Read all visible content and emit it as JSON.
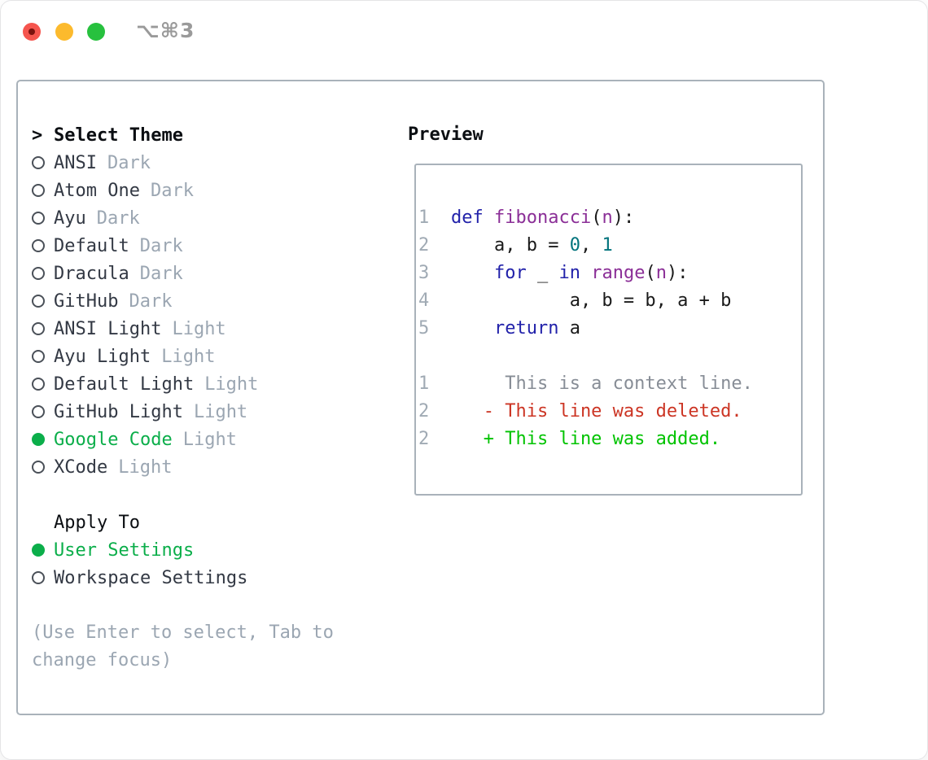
{
  "window": {
    "title": "⌥⌘3",
    "traffic_lights": [
      {
        "name": "close-button",
        "color": "#f5554e"
      },
      {
        "name": "minimize-button",
        "color": "#fcba2d"
      },
      {
        "name": "zoom-button",
        "color": "#27c13e"
      }
    ]
  },
  "theme_list": {
    "marker": ">",
    "header": "Select Theme",
    "items": [
      {
        "name": "ANSI",
        "variant": "Dark",
        "selected": false
      },
      {
        "name": "Atom One",
        "variant": "Dark",
        "selected": false
      },
      {
        "name": "Ayu",
        "variant": "Dark",
        "selected": false
      },
      {
        "name": "Default",
        "variant": "Dark",
        "selected": false
      },
      {
        "name": "Dracula",
        "variant": "Dark",
        "selected": false
      },
      {
        "name": "GitHub",
        "variant": "Dark",
        "selected": false
      },
      {
        "name": "ANSI Light",
        "variant": "Light",
        "selected": false
      },
      {
        "name": "Ayu Light",
        "variant": "Light",
        "selected": false
      },
      {
        "name": "Default Light",
        "variant": "Light",
        "selected": false
      },
      {
        "name": "GitHub Light",
        "variant": "Light",
        "selected": false
      },
      {
        "name": "Google Code",
        "variant": "Light",
        "selected": true
      },
      {
        "name": "XCode",
        "variant": "Light",
        "selected": false
      }
    ]
  },
  "apply_to": {
    "header": "Apply To",
    "options": [
      {
        "label": "User Settings",
        "selected": true
      },
      {
        "label": "Workspace Settings",
        "selected": false
      }
    ]
  },
  "hint": "(Use Enter to select, Tab to change focus)",
  "preview": {
    "header": "Preview",
    "code_lines": [
      {
        "number": "1",
        "tokens": [
          {
            "text": "def",
            "type": "keyword"
          },
          {
            "text": " ",
            "type": "plain"
          },
          {
            "text": "fibonacci",
            "type": "type"
          },
          {
            "text": "(",
            "type": "plain"
          },
          {
            "text": "n",
            "type": "type"
          },
          {
            "text": "):",
            "type": "plain"
          }
        ]
      },
      {
        "number": "2",
        "tokens": [
          {
            "text": "    a, b = ",
            "type": "plain"
          },
          {
            "text": "0",
            "type": "literal"
          },
          {
            "text": ", ",
            "type": "plain"
          },
          {
            "text": "1",
            "type": "literal"
          }
        ]
      },
      {
        "number": "3",
        "tokens": [
          {
            "text": "    ",
            "type": "plain"
          },
          {
            "text": "for",
            "type": "keyword"
          },
          {
            "text": " _ ",
            "type": "plain"
          },
          {
            "text": "in",
            "type": "keyword"
          },
          {
            "text": " ",
            "type": "plain"
          },
          {
            "text": "range",
            "type": "type"
          },
          {
            "text": "(",
            "type": "plain"
          },
          {
            "text": "n",
            "type": "type"
          },
          {
            "text": "):",
            "type": "plain"
          }
        ]
      },
      {
        "number": "4",
        "tokens": [
          {
            "text": "           a, b = b, a + b",
            "type": "plain"
          }
        ]
      },
      {
        "number": "5",
        "tokens": [
          {
            "text": "    ",
            "type": "plain"
          },
          {
            "text": "return",
            "type": "keyword"
          },
          {
            "text": " a",
            "type": "plain"
          }
        ]
      }
    ],
    "diff_lines": [
      {
        "number": "1",
        "kind": "context",
        "text": "     This is a context line."
      },
      {
        "number": "2",
        "kind": "deleted",
        "text": "   - This line was deleted."
      },
      {
        "number": "2",
        "kind": "added",
        "text": "   + This line was added."
      }
    ]
  },
  "colors": {
    "keyword": "#2222aa",
    "type": "#8b2f97",
    "literal": "#00737c",
    "plain": "#1a1a1a",
    "line_number": "#a0aab4",
    "context": "#878d96",
    "deleted": "#cc3524",
    "added": "#00c300",
    "selected": "#0bae4a",
    "item_text": "#333944",
    "muted": "#9ba6b2",
    "header_text": "#0b0e12",
    "border": "#a9b2ba",
    "title_gray": "#9a9a9a",
    "traffic_red": "#f5554e",
    "traffic_red_dot": "#7a120e",
    "traffic_yellow": "#fcba2d",
    "traffic_green": "#27c13e"
  }
}
